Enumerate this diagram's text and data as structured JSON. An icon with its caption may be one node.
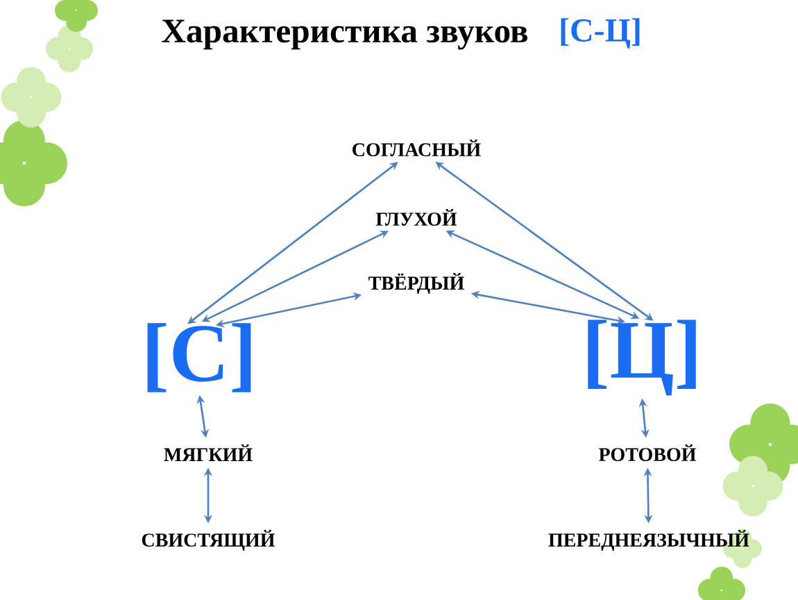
{
  "diagram": {
    "title": "Характеристика звуков",
    "nodes": [
      {
        "text": [
          "СОГЛАСНЫЙ"
        ]
      },
      {
        "text": [
          "ГЛУХОЙ"
        ]
      },
      {
        "text": [
          "ТВЁРДЫЙ"
        ]
      },
      {
        "text": [
          "[С]"
        ]
      },
      {
        "text": [
          "[Ц]"
        ]
      },
      {
        "text": [
          "МЯГКИЙ"
        ]
      },
      {
        "text": [
          "РОТОВОЙ"
        ]
      },
      {
        "text": [
          "СВИСТЯЩИЙ"
        ]
      },
      {
        "text": [
          "ПЕРЕДНЕЯЗЫЧНЫЙ"
        ]
      }
    ],
    "edges": [
      {
        "from": 3,
        "to": 0,
        "arrow": "both"
      },
      {
        "from": 3,
        "to": 1,
        "arrow": "both"
      },
      {
        "from": 3,
        "to": 2,
        "arrow": "both"
      },
      {
        "from": 4,
        "to": 0,
        "arrow": "both"
      },
      {
        "from": 4,
        "to": 1,
        "arrow": "both"
      },
      {
        "from": 4,
        "to": 2,
        "arrow": "both"
      },
      {
        "from": 3,
        "to": 5,
        "arrow": "both"
      },
      {
        "from": 5,
        "to": 7,
        "arrow": "both"
      },
      {
        "from": 4,
        "to": 6,
        "arrow": "both"
      },
      {
        "from": 6,
        "to": 8,
        "arrow": "both"
      }
    ],
    "labels": [
      "[С-Ц]"
    ]
  }
}
